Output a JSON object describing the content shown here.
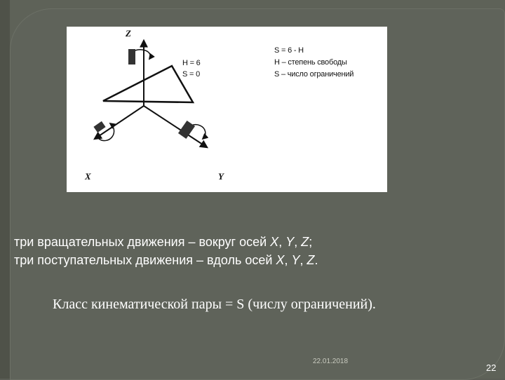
{
  "figure": {
    "axis_z": "Z",
    "axis_x": "X",
    "axis_y": "Y",
    "h_value": "H = 6",
    "s_value": "S = 0",
    "formula": "S = 6 - H",
    "legend_h": "H – степень свободы",
    "legend_s": "S – число ограничений"
  },
  "text": {
    "rot_prefix": "три вращательных движения  – вокруг осей ",
    "trans_prefix": "три поступательных движения – вдоль осей ",
    "axis_x": "X",
    "axis_y": "Y",
    "axis_z": "Z",
    "sep": ", ",
    "rot_end": ";",
    "trans_end": ".",
    "class_line": "Класс кинематической пары = S (числу ограничений)."
  },
  "footer": {
    "date": "22.01.2018",
    "page_number": "22"
  },
  "colors": {
    "background": "#5e6258",
    "text": "#ffffff",
    "figure_bg": "#ffffff"
  }
}
